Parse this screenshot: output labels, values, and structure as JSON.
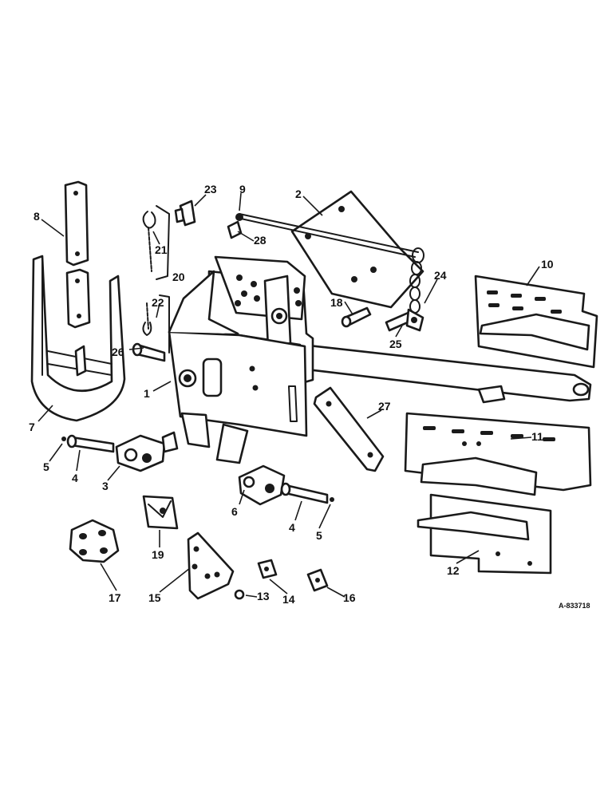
{
  "figure": {
    "drawing_code": "A-833718",
    "callouts": {
      "c1": "1",
      "c2": "2",
      "c3": "3",
      "c4a": "4",
      "c4b": "4",
      "c5a": "5",
      "c5b": "5",
      "c6": "6",
      "c7": "7",
      "c8": "8",
      "c9": "9",
      "c10": "10",
      "c11": "11",
      "c12": "12",
      "c13": "13",
      "c14": "14",
      "c15": "15",
      "c16": "16",
      "c17": "17",
      "c18": "18",
      "c19": "19",
      "c20": "20",
      "c21": "21",
      "c22": "22",
      "c23": "23",
      "c24": "24",
      "c25": "25",
      "c26": "26",
      "c27": "27",
      "c28": "28"
    }
  }
}
